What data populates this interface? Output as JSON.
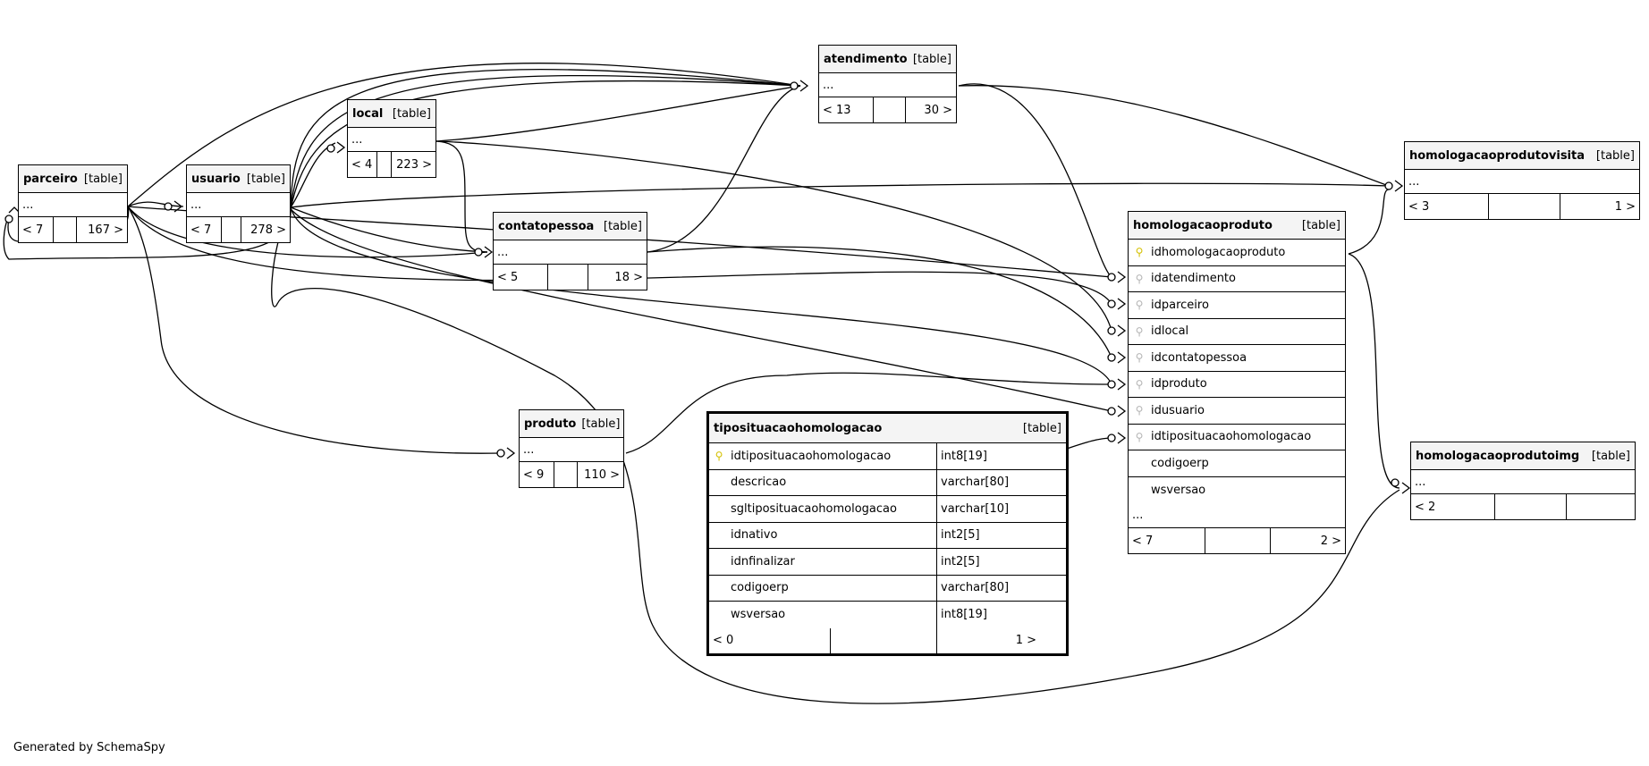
{
  "footer": "Generated by SchemaSpy",
  "tables": {
    "atendimento": {
      "name": "atendimento",
      "tag": "[table]",
      "more": "...",
      "parents": "< 13",
      "middle": "",
      "children": "30 >"
    },
    "local": {
      "name": "local",
      "tag": "[table]",
      "more": "...",
      "parents": "< 4",
      "middle": "",
      "children": "223 >"
    },
    "parceiro": {
      "name": "parceiro",
      "tag": "[table]",
      "more": "...",
      "parents": "< 7",
      "middle": "",
      "children": "167 >"
    },
    "usuario": {
      "name": "usuario",
      "tag": "[table]",
      "more": "...",
      "parents": "< 7",
      "middle": "",
      "children": "278 >"
    },
    "contatopessoa": {
      "name": "contatopessoa",
      "tag": "[table]",
      "more": "...",
      "parents": "< 5",
      "middle": "",
      "children": "18 >"
    },
    "produto": {
      "name": "produto",
      "tag": "[table]",
      "more": "...",
      "parents": "< 9",
      "middle": "",
      "children": "110 >"
    },
    "homologacaoprodutovisita": {
      "name": "homologacaoprodutovisita",
      "tag": "[table]",
      "more": "...",
      "parents": "< 3",
      "middle": "",
      "children": "1 >"
    },
    "homologacaoprodutoimg": {
      "name": "homologacaoprodutoimg",
      "tag": "[table]",
      "more": "...",
      "parents": "< 2",
      "middle": "",
      "children": ""
    },
    "homologacaoproduto": {
      "name": "homologacaoproduto",
      "tag": "[table]",
      "columns": [
        {
          "name": "idhomologacaoproduto",
          "key": "pk"
        },
        {
          "name": "idatendimento",
          "key": "fk"
        },
        {
          "name": "idparceiro",
          "key": "fk"
        },
        {
          "name": "idlocal",
          "key": "fk"
        },
        {
          "name": "idcontatopessoa",
          "key": "fk"
        },
        {
          "name": "idproduto",
          "key": "fk"
        },
        {
          "name": "idusuario",
          "key": "fk"
        },
        {
          "name": "idtiposituacaohomologacao",
          "key": "fk"
        },
        {
          "name": "codigoerp",
          "key": ""
        },
        {
          "name": "wsversao",
          "key": ""
        }
      ],
      "more": "...",
      "parents": "< 7",
      "middle": "",
      "children": "2 >"
    },
    "tiposituacaohomologacao": {
      "name": "tiposituacaohomologacao",
      "tag": "[table]",
      "columns": [
        {
          "name": "idtiposituacaohomologacao",
          "type": "int8[19]",
          "key": "pk"
        },
        {
          "name": "descricao",
          "type": "varchar[80]",
          "key": ""
        },
        {
          "name": "sgltiposituacaohomologacao",
          "type": "varchar[10]",
          "key": ""
        },
        {
          "name": "idnativo",
          "type": "int2[5]",
          "key": ""
        },
        {
          "name": "idnfinalizar",
          "type": "int2[5]",
          "key": ""
        },
        {
          "name": "codigoerp",
          "type": "varchar[80]",
          "key": ""
        },
        {
          "name": "wsversao",
          "type": "int8[19]",
          "key": ""
        }
      ],
      "parents": "< 0",
      "middle": "",
      "children": "1 >"
    }
  },
  "icons": {
    "pk": "key-icon",
    "fk": "foreign-key-icon"
  }
}
